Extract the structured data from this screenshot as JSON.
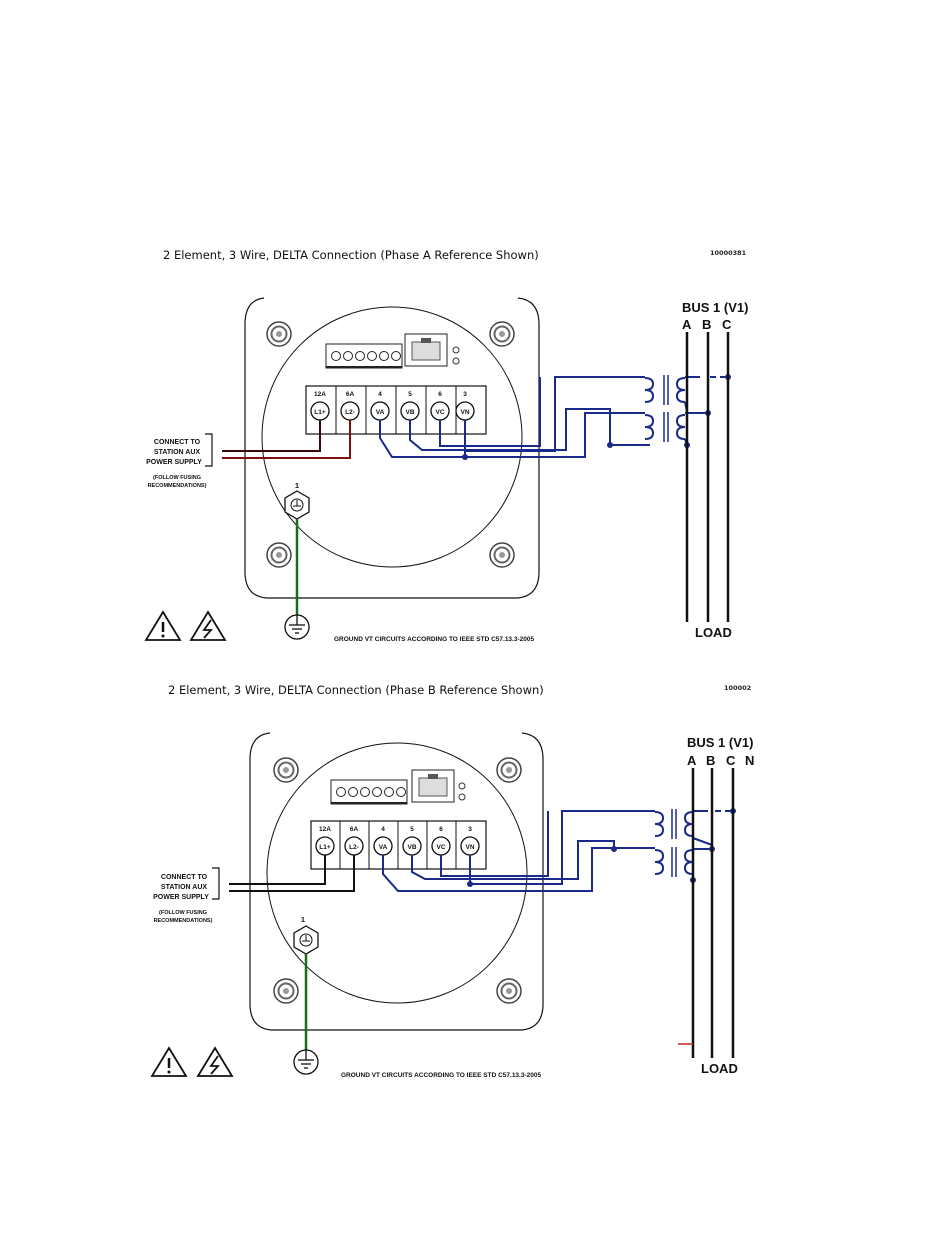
{
  "diagrams": [
    {
      "title": "2 Element, 3 Wire, DELTA Connection (Phase A Reference Shown)",
      "ref_no": "10000381",
      "bus_title": "BUS 1 (V1)",
      "bus_phases": [
        "A",
        "B",
        "C"
      ],
      "load_label": "LOAD",
      "terminal_numbers": [
        "12A",
        "6A",
        "4",
        "5",
        "6",
        "3"
      ],
      "terminal_labels": [
        "L1+",
        "L2-",
        "VA",
        "VB",
        "VC",
        "VN"
      ],
      "supply_note": [
        "CONNECT TO",
        "STATION AUX",
        "POWER SUPPLY"
      ],
      "fusing_note": [
        "(FOLLOW FUSING",
        "RECOMMENDATIONS)"
      ],
      "ground_terminal_number": "1",
      "ground_note": "GROUND VT CIRCUITS ACCORDING TO IEEE STD C57.13.3-2005"
    },
    {
      "title": "2 Element, 3 Wire, DELTA Connection (Phase B Reference Shown)",
      "ref_no": "100002",
      "bus_title": "BUS 1 (V1)",
      "bus_phases": [
        "A",
        "B",
        "C",
        "N"
      ],
      "load_label": "LOAD",
      "terminal_numbers": [
        "12A",
        "6A",
        "4",
        "5",
        "6",
        "3"
      ],
      "terminal_labels": [
        "L1+",
        "L2-",
        "VA",
        "VB",
        "VC",
        "VN"
      ],
      "supply_note": [
        "CONNECT TO",
        "STATION AUX",
        "POWER SUPPLY"
      ],
      "fusing_note": [
        "(FOLLOW FUSING",
        "RECOMMENDATIONS)"
      ],
      "ground_terminal_number": "1",
      "ground_note": "GROUND VT CIRCUITS ACCORDING TO IEEE STD C57.13.3-2005"
    }
  ],
  "colors": {
    "wire_blue": "#1a2a8a",
    "ground_green": "#1d6b1d",
    "supply_red": "#7a1010",
    "accent_red": "#cc2222"
  }
}
